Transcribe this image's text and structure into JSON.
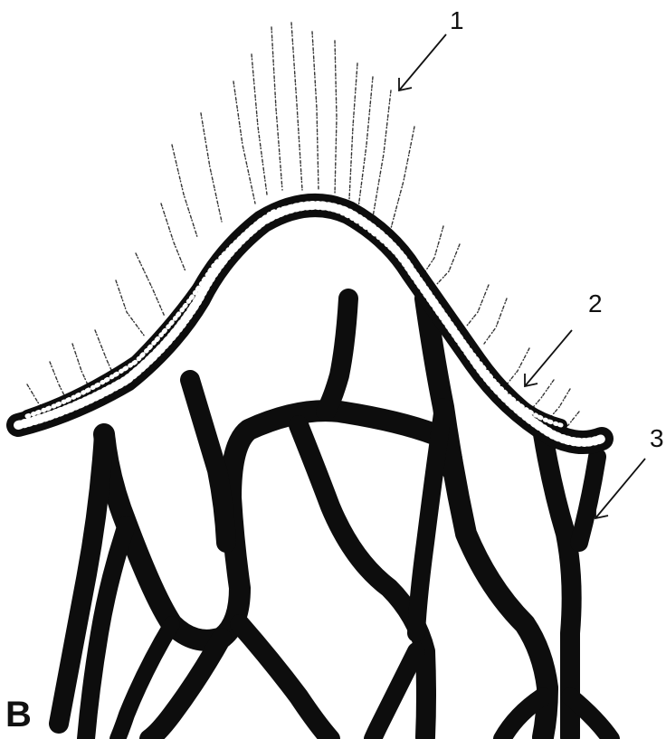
{
  "figure": {
    "panel_letter": "B",
    "labels": [
      {
        "id": "label-1",
        "text": "1"
      },
      {
        "id": "label-2",
        "text": "2"
      },
      {
        "id": "label-3",
        "text": "3"
      }
    ]
  },
  "colors": {
    "vessel": "#0d0d0d",
    "background": "#ffffff",
    "capillary": "#333333"
  }
}
